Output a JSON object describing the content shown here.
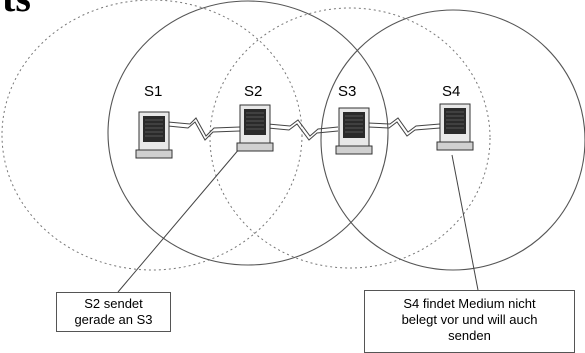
{
  "diagram": {
    "cut_off_heading": "ts",
    "stations": [
      {
        "label": "S1"
      },
      {
        "label": "S2"
      },
      {
        "label": "S3"
      },
      {
        "label": "S4"
      }
    ],
    "callouts": [
      {
        "lines": [
          "S2 sendet",
          "gerade an S3"
        ]
      },
      {
        "lines": [
          "S4 findet Medium nicht",
          "belegt vor und will auch",
          "senden"
        ]
      }
    ],
    "colors": {
      "range_circle_solid": "#555555",
      "range_circle_dotted": "#777777",
      "computer_screen": "#2a2a2a",
      "computer_body": "#d0d0d0"
    },
    "icons": [
      "computer-icon",
      "wireless-link-icon"
    ]
  }
}
